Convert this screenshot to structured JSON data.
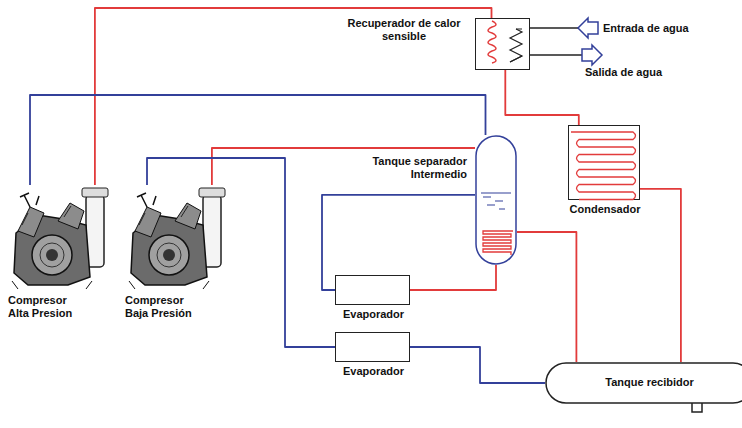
{
  "diagram": {
    "nodes": [
      {
        "text": [
          "Recuperador de calor sensible"
        ]
      },
      {
        "text": [
          "Tanque separador Intermedio"
        ]
      },
      {
        "text": [
          "Condensador"
        ]
      },
      {
        "text": [
          "Compresor Alta Presion"
        ]
      },
      {
        "text": [
          "Compresor Baja Presión"
        ]
      },
      {
        "text": [
          "Evaporador"
        ]
      },
      {
        "text": [
          "Evaporador"
        ]
      },
      {
        "text": [
          "Tanque recibidor"
        ]
      }
    ],
    "edges": [
      {
        "from": 3,
        "to": 0,
        "arrow": "none"
      },
      {
        "from": 1,
        "to": 3,
        "arrow": "none"
      },
      {
        "from": 4,
        "to": 1,
        "arrow": "none"
      },
      {
        "from": 0,
        "to": 2,
        "arrow": "none"
      },
      {
        "from": 2,
        "to": 7,
        "arrow": "none"
      },
      {
        "from": 7,
        "to": 1,
        "arrow": "none"
      },
      {
        "from": 1,
        "to": 5,
        "arrow": "none"
      },
      {
        "from": 5,
        "to": 1,
        "arrow": "none"
      },
      {
        "from": 6,
        "to": 4,
        "arrow": "none"
      },
      {
        "from": 7,
        "to": 6,
        "arrow": "none"
      }
    ],
    "labels": [
      "Entrada de agua",
      "Salida de agua"
    ]
  }
}
